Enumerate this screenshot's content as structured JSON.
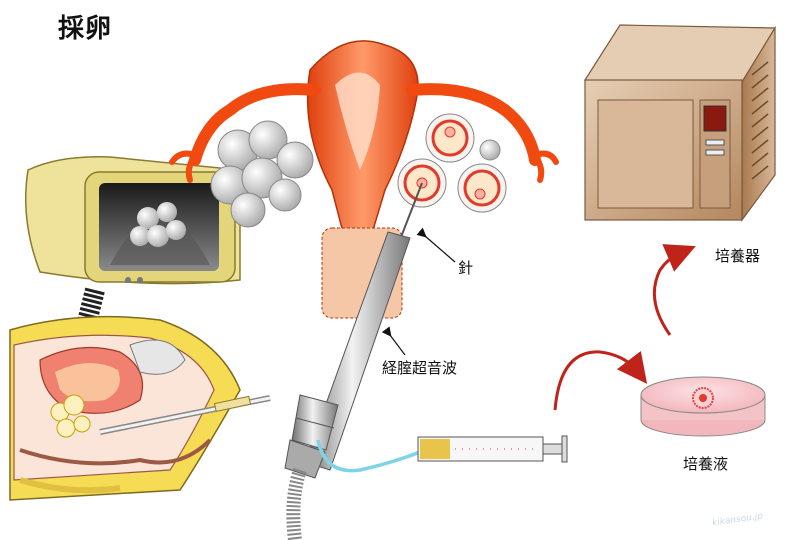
{
  "title": "採卵",
  "labels": {
    "needle": "針",
    "probe": "経腟超音波",
    "incubator": "培養器",
    "culture_medium": "培養液"
  },
  "watermark": "kikansou.jp",
  "colors": {
    "uterus": "#f04a10",
    "uterus_highlight": "#ffd0b8",
    "ovary": "#c8c8c8",
    "follicle_outer": "#ffe7c9",
    "follicle_inner": "#e23a2a",
    "monitor_case": "#e3d57a",
    "incubator": "#c9a27e",
    "probe": "#9a9a9a",
    "syringe_fill": "#e8c54a",
    "tube": "#7ed3e6",
    "arrow": "#c0231a",
    "dish": "#f7c2c7"
  }
}
